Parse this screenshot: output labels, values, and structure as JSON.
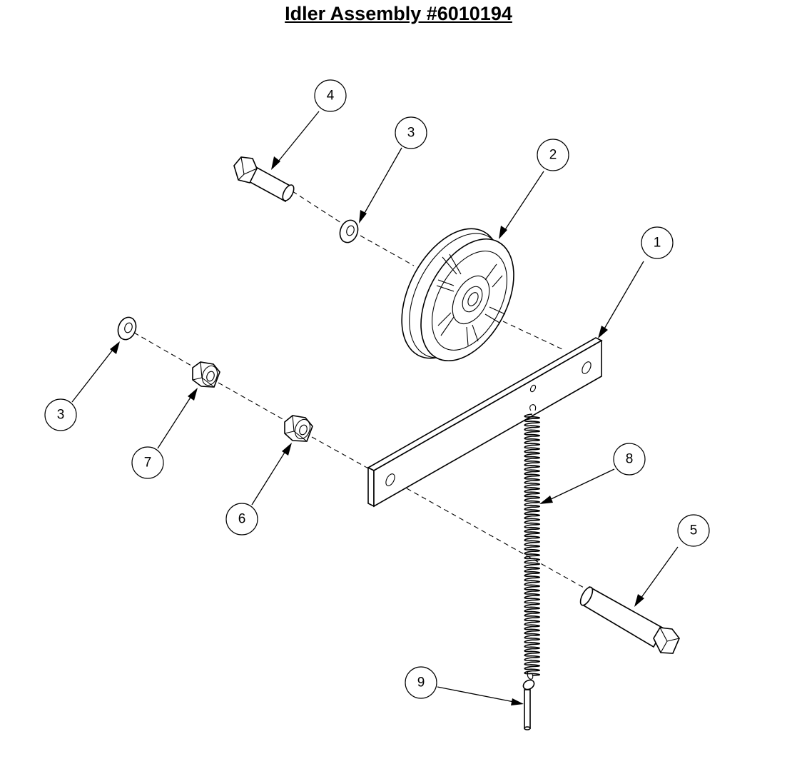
{
  "title": "Idler Assembly #6010194",
  "callouts": [
    {
      "id": "callout-1",
      "label": "1",
      "part": "idler-arm"
    },
    {
      "id": "callout-2",
      "label": "2",
      "part": "pulley"
    },
    {
      "id": "callout-3a",
      "label": "3",
      "part": "washer-upper"
    },
    {
      "id": "callout-3b",
      "label": "3",
      "part": "washer-lower"
    },
    {
      "id": "callout-4",
      "label": "4",
      "part": "short-bolt"
    },
    {
      "id": "callout-5",
      "label": "5",
      "part": "long-bolt"
    },
    {
      "id": "callout-6",
      "label": "6",
      "part": "nut-front"
    },
    {
      "id": "callout-7",
      "label": "7",
      "part": "nut-rear"
    },
    {
      "id": "callout-8",
      "label": "8",
      "part": "spring"
    },
    {
      "id": "callout-9",
      "label": "9",
      "part": "spring-pin"
    }
  ]
}
